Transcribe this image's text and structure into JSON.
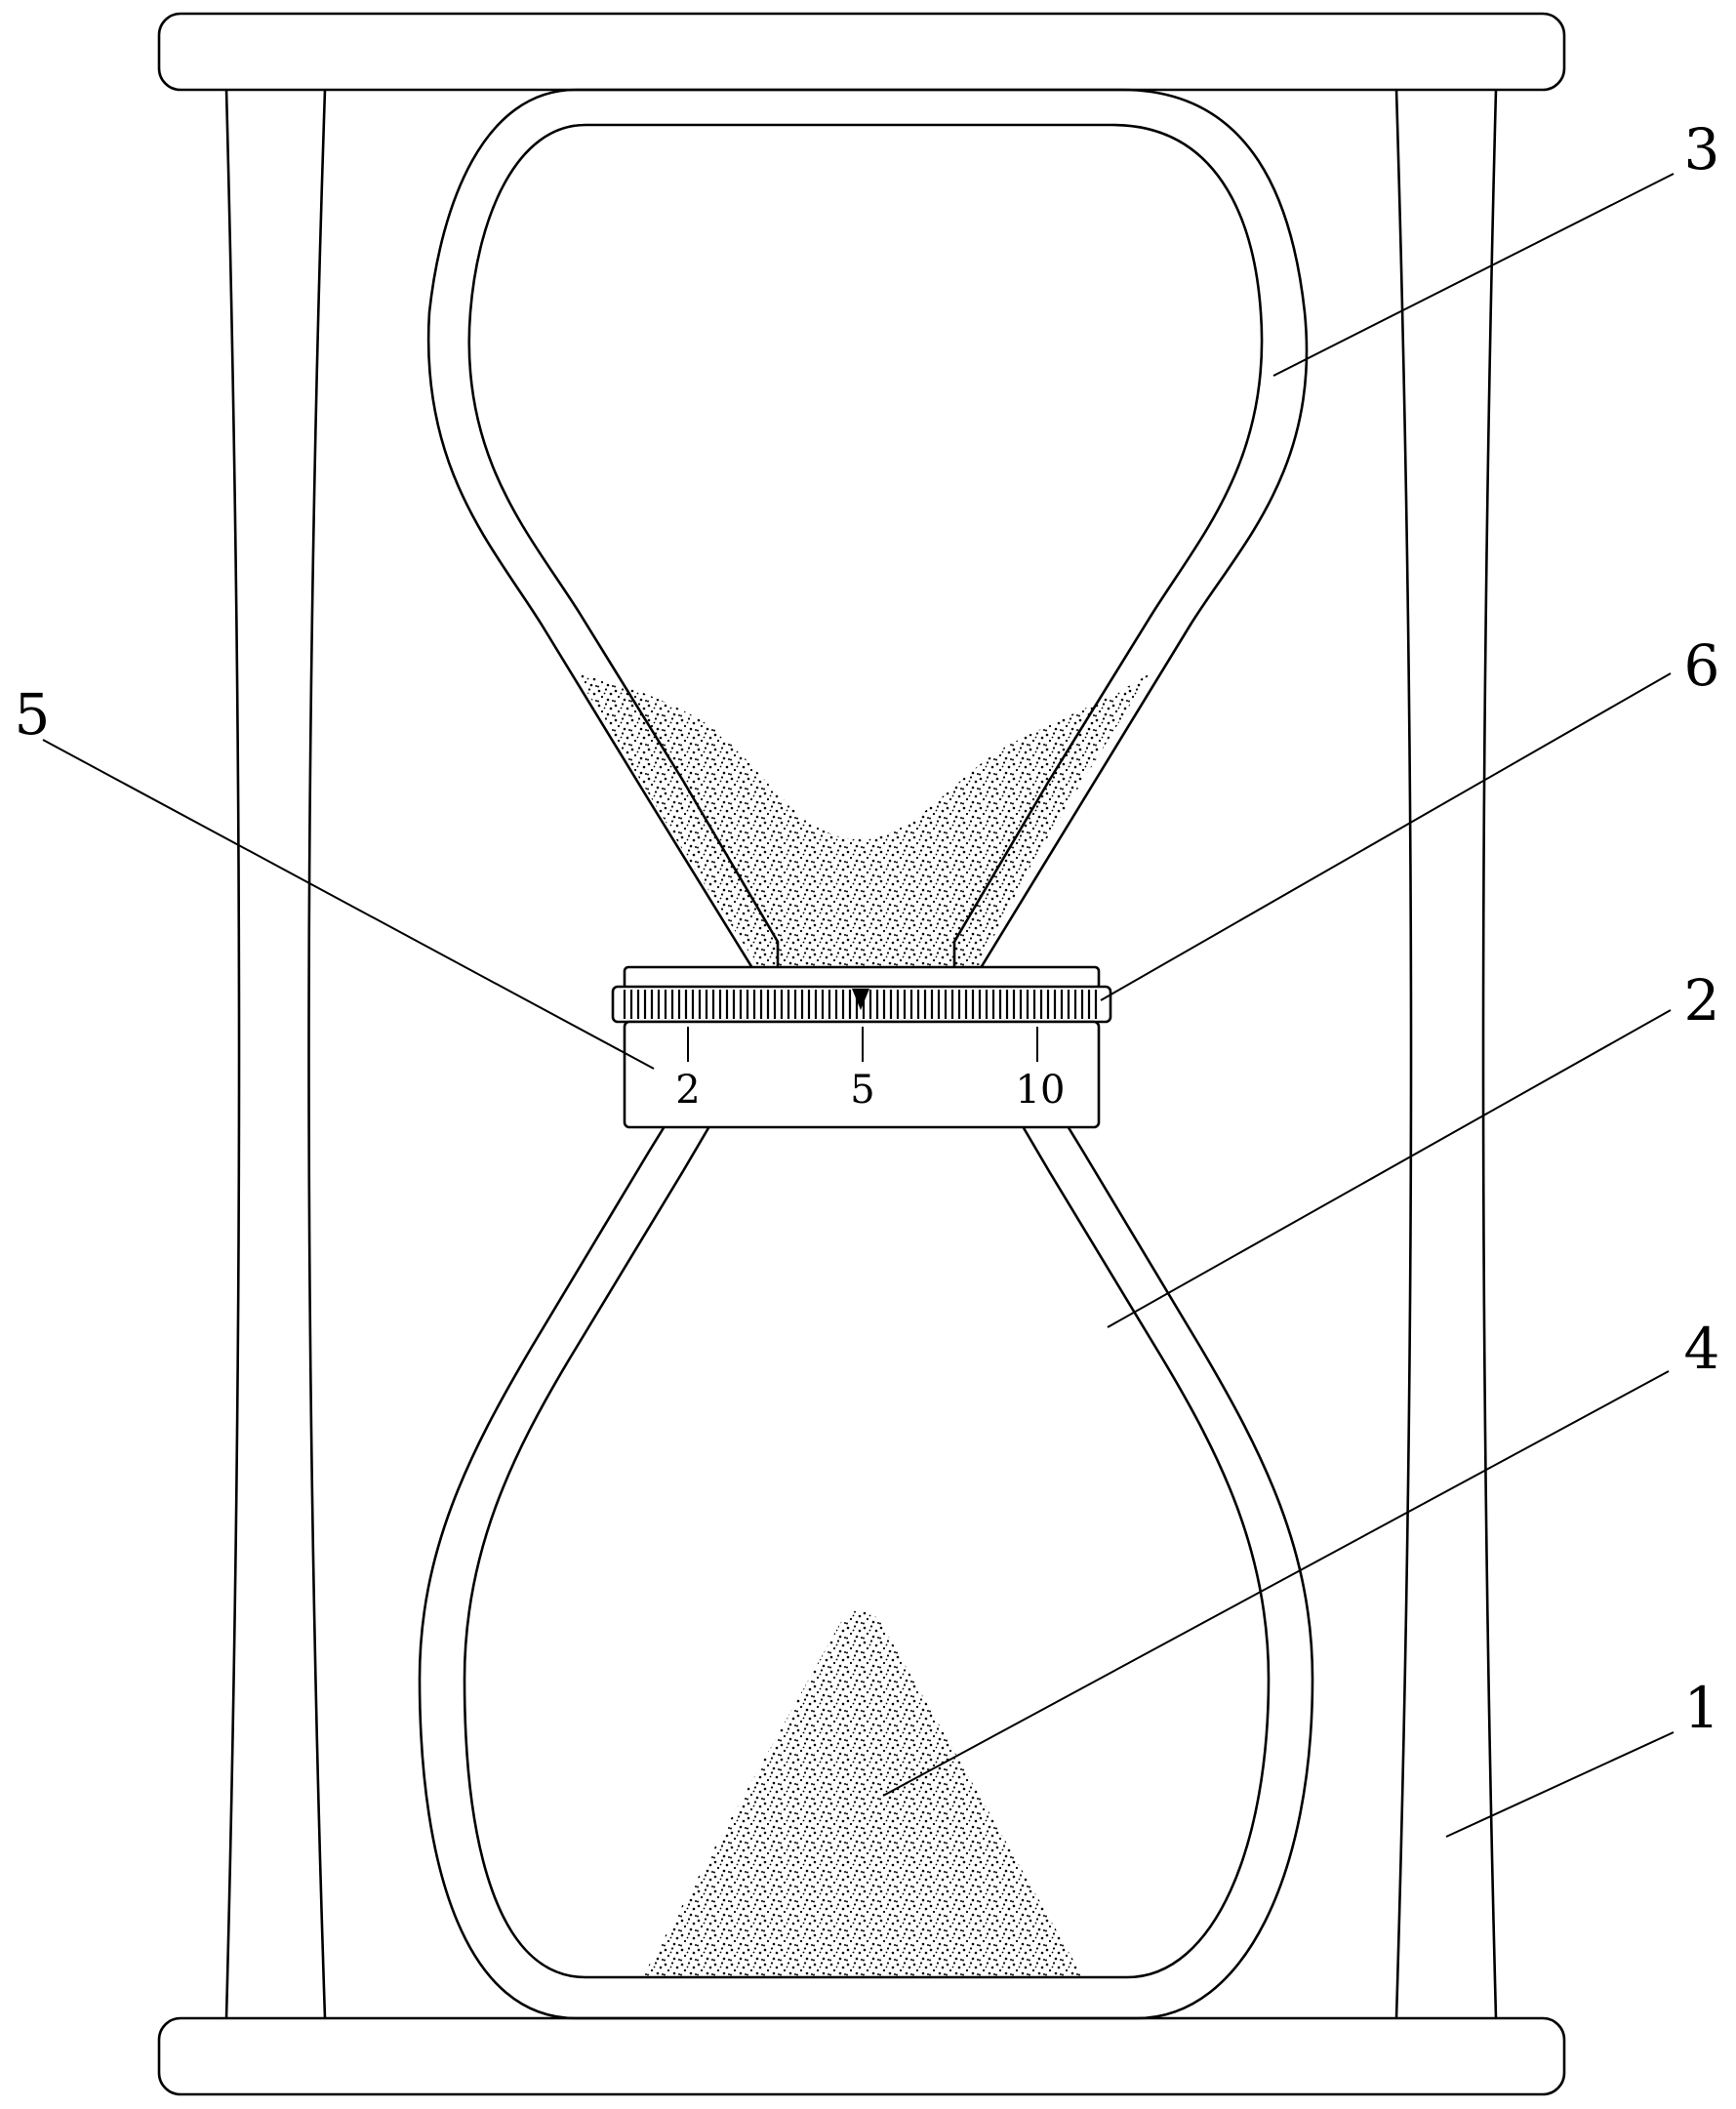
{
  "figure": {
    "callouts": [
      {
        "id": "1",
        "text": "1"
      },
      {
        "id": "2",
        "text": "2"
      },
      {
        "id": "3",
        "text": "3"
      },
      {
        "id": "4",
        "text": "4"
      },
      {
        "id": "5",
        "text": "5"
      },
      {
        "id": "6",
        "text": "6"
      }
    ],
    "scale_marks": [
      "2",
      "5",
      "10"
    ],
    "colors": {
      "line": "#000000",
      "background": "#ffffff"
    }
  }
}
